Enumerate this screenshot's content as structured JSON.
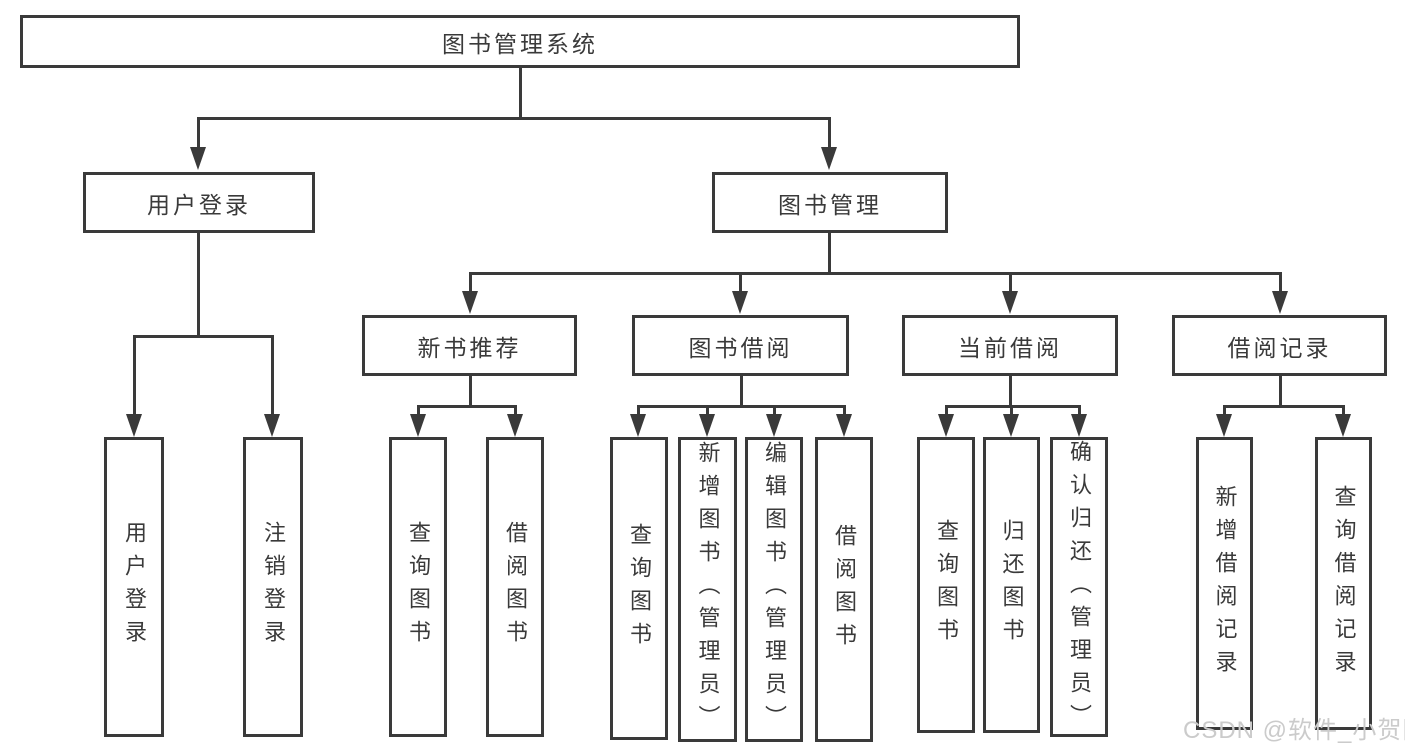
{
  "diagram": {
    "type": "hierarchy-tree",
    "watermark": "CSDN @软件_小贺同学",
    "colors": {
      "background": "#ffffff",
      "line": "#3a3a3a",
      "text": "#3a3a3a",
      "watermark": "#cbcbcb"
    },
    "nodes": {
      "root": {
        "label": "图书管理系统"
      },
      "user-login-group": {
        "label": "用户登录"
      },
      "book-management-group": {
        "label": "图书管理"
      },
      "new-book-recommend": {
        "label": "新书推荐"
      },
      "book-borrow": {
        "label": "图书借阅"
      },
      "current-borrow": {
        "label": "当前借阅"
      },
      "borrow-records": {
        "label": "借阅记录"
      },
      "leaf-user-login": {
        "label": "用户登录"
      },
      "leaf-logout": {
        "label": "注销登录"
      },
      "leaf-query-book-1": {
        "label": "查询图书"
      },
      "leaf-borrow-book-1": {
        "label": "借阅图书"
      },
      "leaf-query-book-2": {
        "label": "查询图书"
      },
      "leaf-add-book": {
        "label": "新增图书（管理员）"
      },
      "leaf-edit-book": {
        "label": "编辑图书（管理员）"
      },
      "leaf-borrow-book-2": {
        "label": "借阅图书"
      },
      "leaf-query-book-3": {
        "label": "查询图书"
      },
      "leaf-return-book": {
        "label": "归还图书"
      },
      "leaf-confirm-return": {
        "label": "确认归还（管理员）"
      },
      "leaf-add-borrow-record": {
        "label": "新增借阅记录"
      },
      "leaf-query-borrow-record": {
        "label": "查询借阅记录"
      }
    },
    "hierarchy": {
      "root": [
        "user-login-group",
        "book-management-group"
      ],
      "user-login-group": [
        "leaf-user-login",
        "leaf-logout"
      ],
      "book-management-group": [
        "new-book-recommend",
        "book-borrow",
        "current-borrow",
        "borrow-records"
      ],
      "new-book-recommend": [
        "leaf-query-book-1",
        "leaf-borrow-book-1"
      ],
      "book-borrow": [
        "leaf-query-book-2",
        "leaf-add-book",
        "leaf-edit-book",
        "leaf-borrow-book-2"
      ],
      "current-borrow": [
        "leaf-query-book-3",
        "leaf-return-book",
        "leaf-confirm-return"
      ],
      "borrow-records": [
        "leaf-add-borrow-record",
        "leaf-query-borrow-record"
      ]
    }
  }
}
